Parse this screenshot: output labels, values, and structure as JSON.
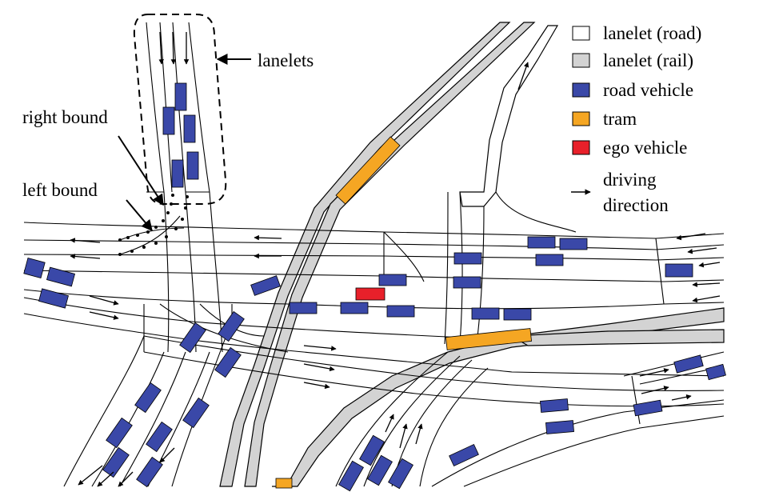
{
  "colors": {
    "road_lanelet_fill": "#ffffff",
    "rail_lanelet_fill": "#d3d3d3",
    "road_vehicle": "#3a48a8",
    "tram": "#f5a623",
    "ego_vehicle": "#e8202a",
    "line": "#000000"
  },
  "annotations": {
    "lanelets": "lanelets",
    "right_bound": "right bound",
    "left_bound": "left bound"
  },
  "legend": [
    {
      "swatch": "road",
      "label": "lanelet (road)"
    },
    {
      "swatch": "rail",
      "label": "lanelet (rail)"
    },
    {
      "swatch": "vehicle",
      "label": "road vehicle"
    },
    {
      "swatch": "tram",
      "label": "tram"
    },
    {
      "swatch": "ego",
      "label": "ego vehicle"
    }
  ],
  "legend_arrow": {
    "line1": "driving",
    "line2": "direction"
  },
  "icons": [
    "driving-direction-arrow-icon"
  ]
}
